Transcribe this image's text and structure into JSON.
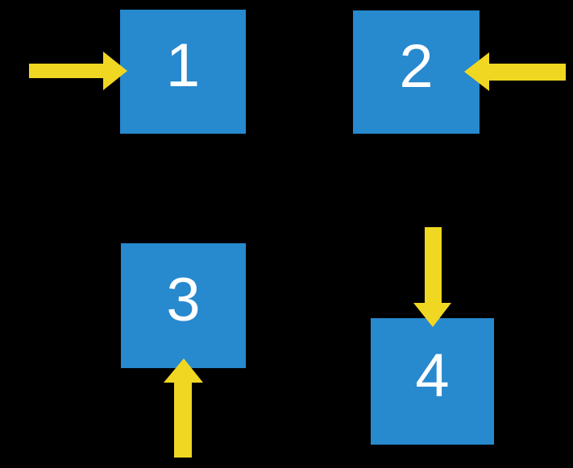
{
  "colors": {
    "background": "#000000",
    "box_fill": "#2789CE",
    "arrow_fill": "#F0D722",
    "number_color": "#FFFFFF"
  },
  "boxes": [
    {
      "label": "1"
    },
    {
      "label": "2"
    },
    {
      "label": "3"
    },
    {
      "label": "4"
    }
  ],
  "arrows": [
    {
      "direction": "right",
      "points_to": "1"
    },
    {
      "direction": "left",
      "points_to": "2"
    },
    {
      "direction": "up",
      "points_to": "3"
    },
    {
      "direction": "down",
      "points_to": "4"
    }
  ]
}
